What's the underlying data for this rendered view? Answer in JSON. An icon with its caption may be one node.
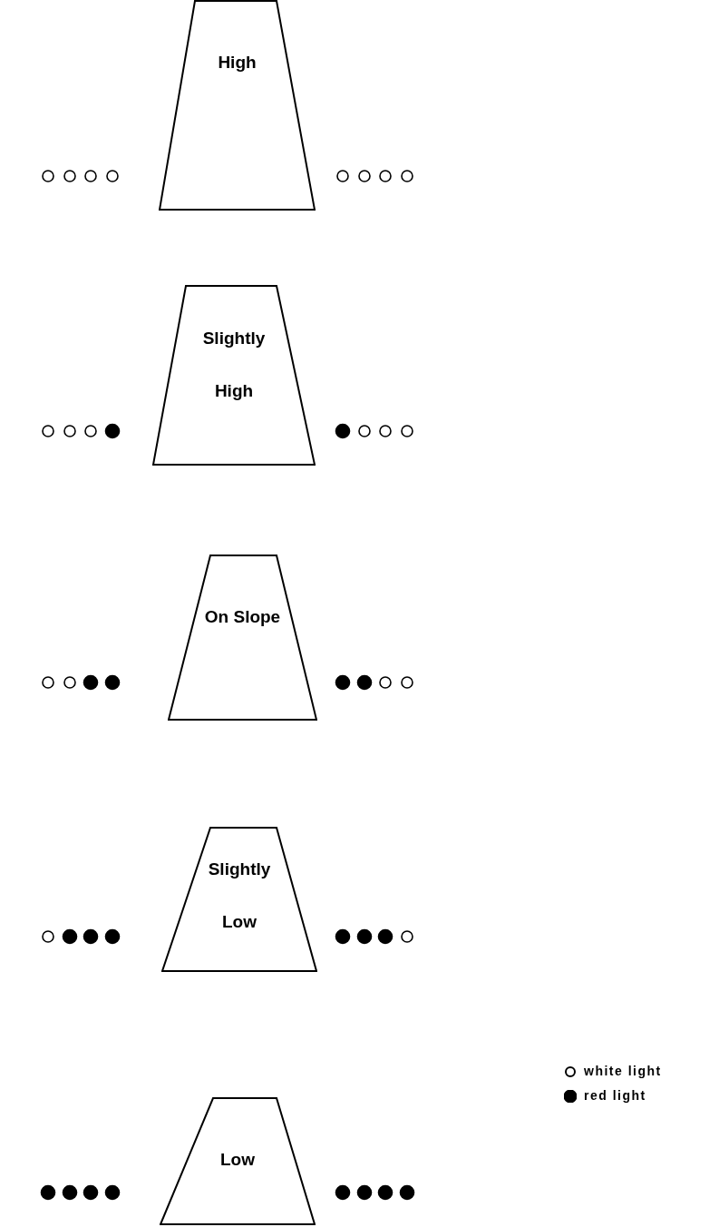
{
  "diagram": {
    "nodes": [
      {
        "text": [
          "High"
        ]
      },
      {
        "text": [
          "Slightly High"
        ]
      },
      {
        "text": [
          "On Slope"
        ]
      },
      {
        "text": [
          "Slightly Low"
        ]
      },
      {
        "text": [
          "Low"
        ]
      }
    ],
    "legend": [
      {
        "text": "white light"
      },
      {
        "text": "red light"
      }
    ]
  }
}
